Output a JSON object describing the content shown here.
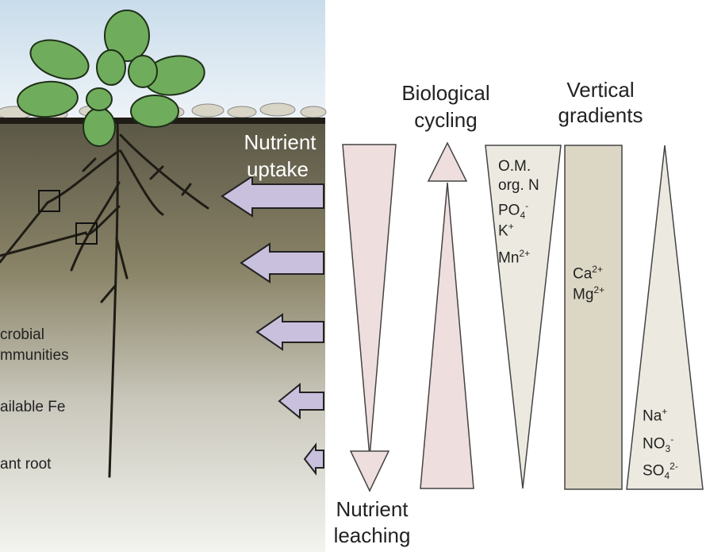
{
  "panel": {
    "soil_labels": [
      "crobial",
      "mmunities",
      "ailable Fe",
      "ant root"
    ],
    "nutrient_uptake": [
      "Nutrient",
      "uptake"
    ]
  },
  "columns": {
    "biological_cycling": [
      "Biological",
      "cycling"
    ],
    "vertical_gradients": [
      "Vertical",
      "gradients"
    ],
    "nutrient_leaching": [
      "Nutrient",
      "leaching"
    ]
  },
  "ions": {
    "om": "O.M.",
    "org_n": "org. N",
    "po4": {
      "base": "PO",
      "sub": "4",
      "sup": "-"
    },
    "k": {
      "base": "K",
      "sup": "+"
    },
    "mn": {
      "base": "Mn",
      "sup": "2+"
    },
    "ca": {
      "base": "Ca",
      "sup": "2+"
    },
    "mg": {
      "base": "Mg",
      "sup": "2+"
    },
    "na": {
      "base": "Na",
      "sup": "+"
    },
    "no3": {
      "base": "NO",
      "sub": "3",
      "sup": "-"
    },
    "so4": {
      "base": "SO",
      "sub": "4",
      "sup": "2-"
    }
  },
  "colors": {
    "sky": "#dce8f2",
    "soil_top": "#5e5a48",
    "soil_bottom": "#f2f2ee",
    "arrow": "#c8c0dc",
    "pink": "#efdede",
    "beige": "#eceae0",
    "tan": "#dcd7c4",
    "leaf": "#6fad5c"
  }
}
